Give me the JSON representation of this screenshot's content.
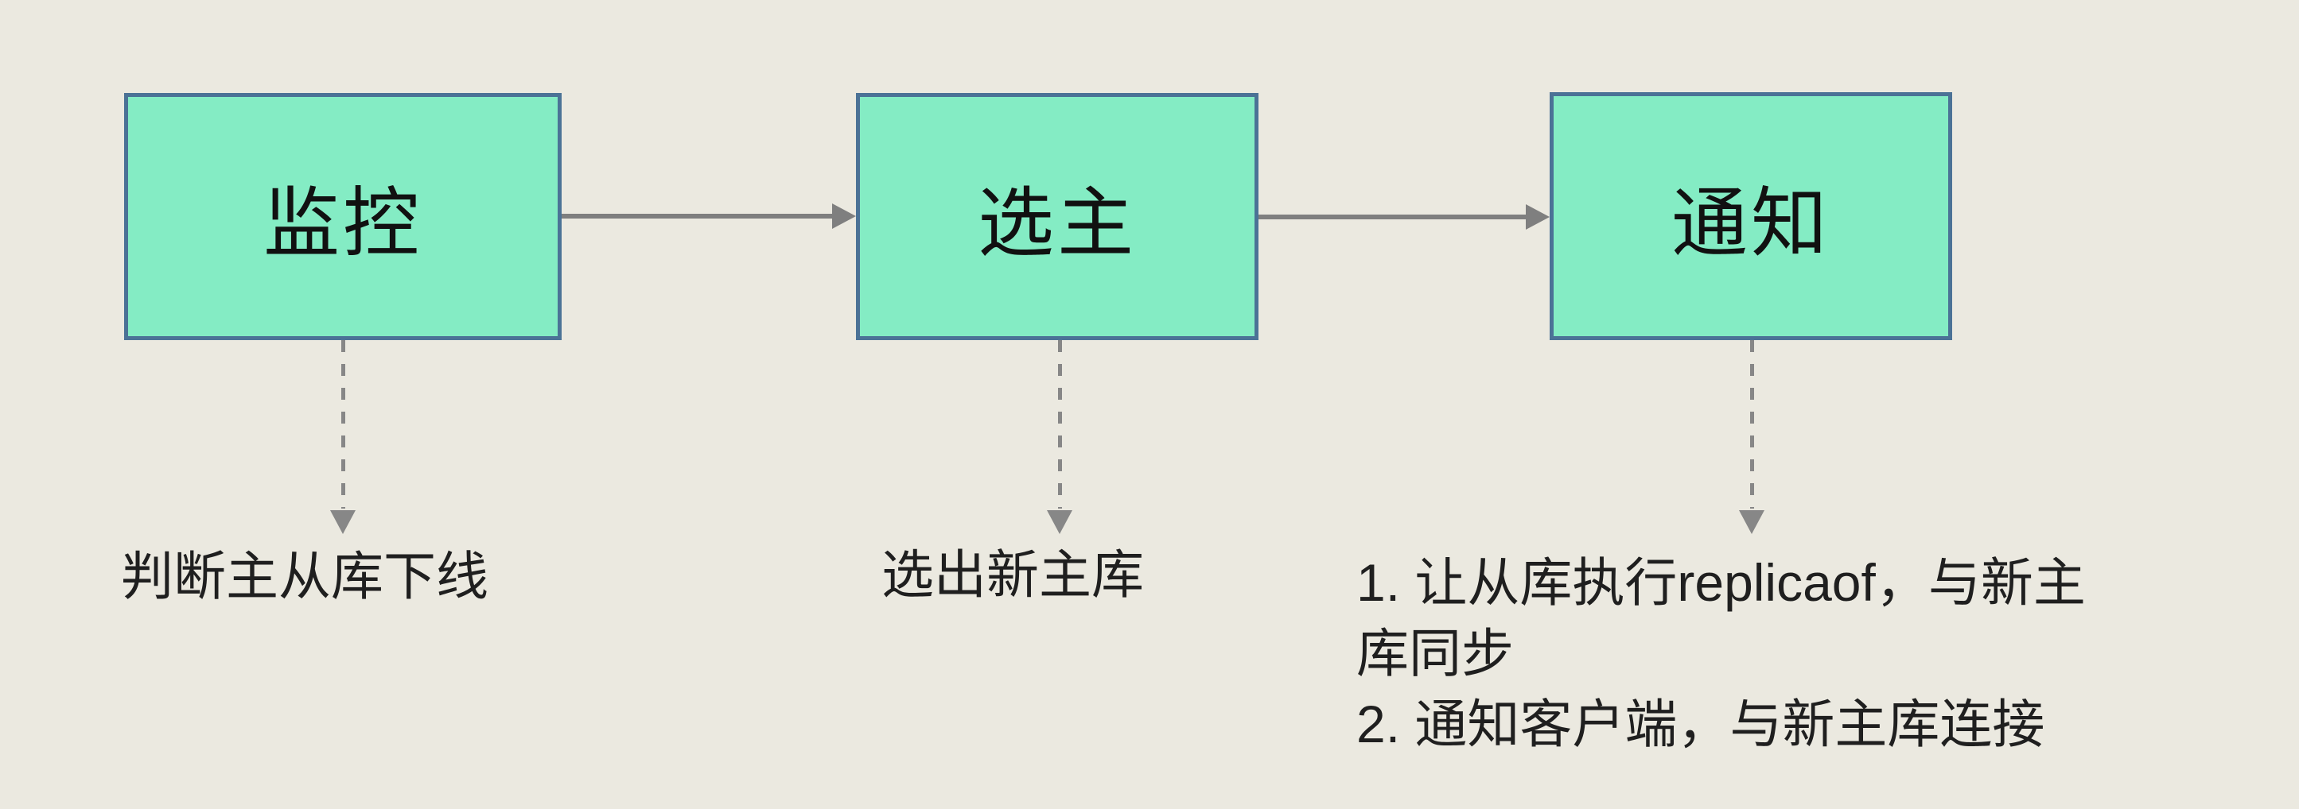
{
  "diagram": {
    "colors": {
      "background": "#ebe9e0",
      "node_fill": "#84ecc4",
      "node_border": "#4b7296",
      "solid_arrow": "#7f7f7f",
      "dashed_arrow": "#878787",
      "text": "#1f1f1f"
    },
    "nodes": [
      {
        "label": "监控",
        "annotation": "判断主从库下线"
      },
      {
        "label": "选主",
        "annotation": "选出新主库"
      },
      {
        "label": "通知",
        "annotation_lines": [
          "1. 让从库执行replicaof，与新主",
          "库同步",
          "2. 通知客户端，与新主库连接"
        ]
      }
    ]
  }
}
